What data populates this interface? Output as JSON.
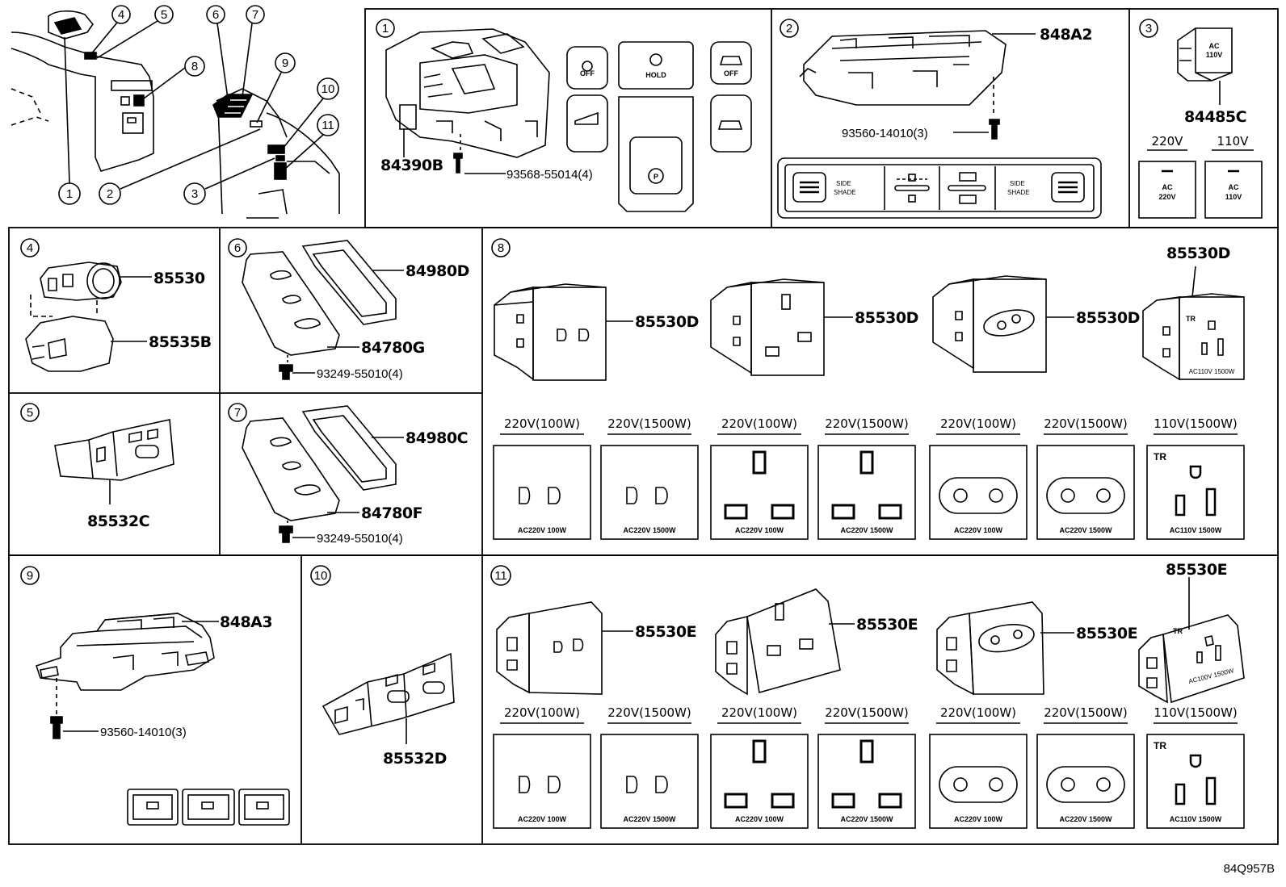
{
  "document_code": "84Q957B",
  "overview": {
    "callouts": [
      "1",
      "2",
      "3",
      "4",
      "5",
      "6",
      "7",
      "8",
      "9",
      "10",
      "11"
    ]
  },
  "panel1": {
    "index": "1",
    "parts": {
      "switch": "84390B",
      "screw": "93568-55014(4)"
    },
    "buttons": {
      "auto_off": "OFF",
      "hold": "HOLD",
      "off": "OFF",
      "park": "P"
    }
  },
  "panel2": {
    "index": "2",
    "parts": {
      "switch": "848A2",
      "screw": "93560-14010(3)"
    },
    "labels": {
      "side_left_1": "SIDE",
      "side_left_2": "SHADE",
      "side_right_1": "SIDE",
      "side_right_2": "SHADE"
    }
  },
  "panel3": {
    "index": "3",
    "part": "84485C",
    "variants": [
      {
        "voltage": "220V",
        "l1": "AC",
        "l2": "220V"
      },
      {
        "voltage": "110V",
        "l1": "AC",
        "l2": "110V"
      }
    ],
    "module_l1": "AC",
    "module_l2": "110V"
  },
  "panel4": {
    "index": "4",
    "parts": {
      "socket": "85530",
      "cover": "85535B"
    }
  },
  "panel5": {
    "index": "5",
    "part": "85532C"
  },
  "panel6": {
    "index": "6",
    "parts": {
      "lid": "84980D",
      "base": "84780G",
      "screw": "93249-55010(4)"
    }
  },
  "panel7": {
    "index": "7",
    "parts": {
      "lid": "84980C",
      "base": "84780F",
      "screw": "93249-55010(4)"
    }
  },
  "panel8": {
    "index": "8",
    "module_parts": [
      "85530D",
      "85530D",
      "85530D",
      "85530D"
    ],
    "tr": "TR",
    "module_label": "AC110V 1500W",
    "variants": [
      {
        "voltage": "220V(100W)",
        "label": "AC220V  100W"
      },
      {
        "voltage": "220V(1500W)",
        "label": "AC220V  1500W"
      },
      {
        "voltage": "220V(100W)",
        "label": "AC220V  100W"
      },
      {
        "voltage": "220V(1500W)",
        "label": "AC220V  1500W"
      },
      {
        "voltage": "220V(100W)",
        "label": "AC220V 100W"
      },
      {
        "voltage": "220V(1500W)",
        "label": "AC220V 1500W"
      },
      {
        "voltage": "110V(1500W)",
        "label": "AC110V 1500W",
        "tr": "TR"
      }
    ]
  },
  "panel9": {
    "index": "9",
    "parts": {
      "switch": "848A3",
      "screw": "93560-14010(3)"
    }
  },
  "panel10": {
    "index": "10",
    "part": "85532D"
  },
  "panel11": {
    "index": "11",
    "module_parts": [
      "85530E",
      "85530E",
      "85530E",
      "85530E"
    ],
    "tr": "TR",
    "module_label": "AC100V 1500W",
    "variants": [
      {
        "voltage": "220V(100W)",
        "label": "AC220V  100W"
      },
      {
        "voltage": "220V(1500W)",
        "label": "AC220V  1500W"
      },
      {
        "voltage": "220V(100W)",
        "label": "AC220V  100W"
      },
      {
        "voltage": "220V(1500W)",
        "label": "AC220V  1500W"
      },
      {
        "voltage": "220V(100W)",
        "label": "AC220V 100W"
      },
      {
        "voltage": "220V(1500W)",
        "label": "AC220V 1500W"
      },
      {
        "voltage": "110V(1500W)",
        "label": "AC110V 1500W",
        "tr": "TR"
      }
    ]
  }
}
